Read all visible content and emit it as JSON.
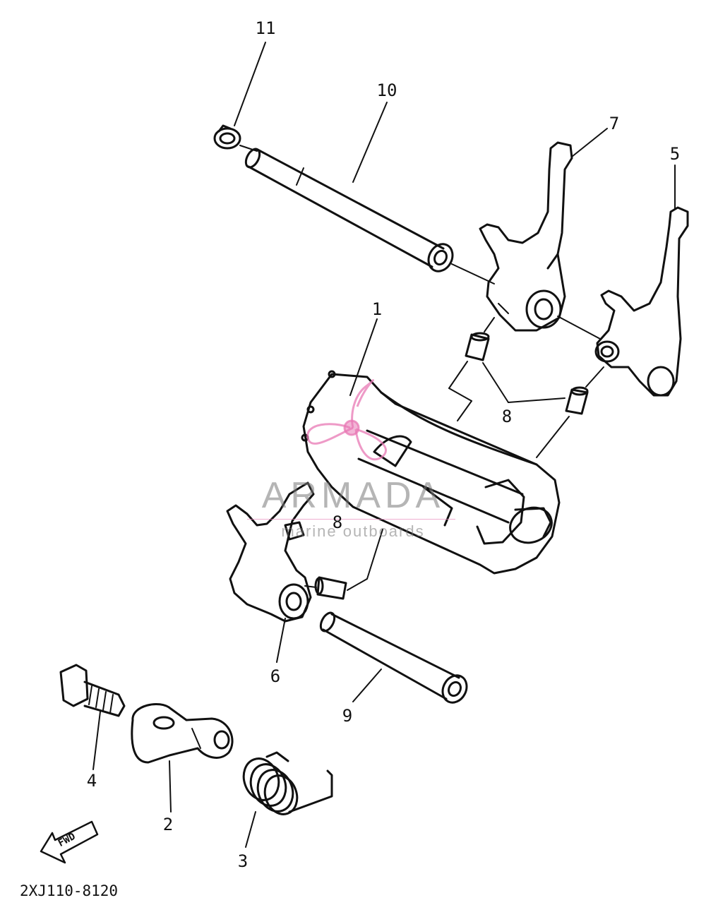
{
  "diagram": {
    "drawing_code": "2XJ110-8120",
    "fwd_label": "FWD",
    "watermark": {
      "brand": "ARMADA",
      "tagline": "marine outboards"
    },
    "parts": [
      {
        "number": "1",
        "name": "shift drum"
      },
      {
        "number": "2",
        "name": "stopper lever"
      },
      {
        "number": "3",
        "name": "torsion spring"
      },
      {
        "number": "4",
        "name": "bolt"
      },
      {
        "number": "5",
        "name": "shift fork"
      },
      {
        "number": "6",
        "name": "shift fork"
      },
      {
        "number": "7",
        "name": "shift fork"
      },
      {
        "number": "8",
        "name": "guide pin"
      },
      {
        "number": "8",
        "name": "guide pin"
      },
      {
        "number": "9",
        "name": "guide bar"
      },
      {
        "number": "10",
        "name": "guide bar"
      },
      {
        "number": "11",
        "name": "circlip"
      }
    ]
  }
}
